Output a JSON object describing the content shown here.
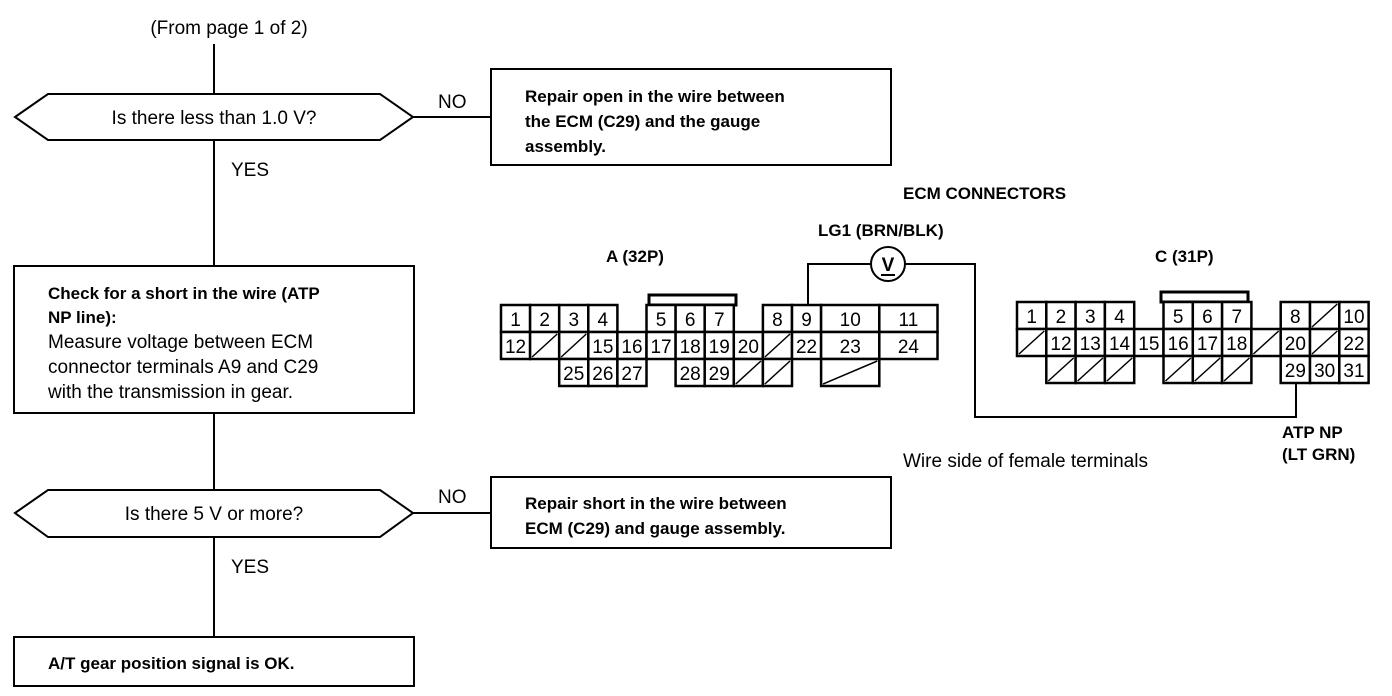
{
  "flowchart": {
    "from_label": "(From page 1 of 2)",
    "decision1": {
      "text": "Is there less than 1.0 V?",
      "yes": "YES",
      "no": "NO"
    },
    "action_no1": {
      "lines": [
        "Repair open in the wire between",
        "the ECM (C29) and the gauge",
        "assembly."
      ]
    },
    "step_check": {
      "lines": [
        "Check for a short in the wire (ATP",
        "NP line):",
        "Measure voltage between ECM",
        "connector terminals A9 and C29",
        "with the transmission in gear."
      ]
    },
    "decision2": {
      "text": "Is there 5 V or more?",
      "yes": "YES",
      "no": "NO"
    },
    "action_no2": {
      "lines": [
        "Repair short in the wire between",
        "ECM (C29) and gauge assembly."
      ]
    },
    "result": {
      "text": "A/T gear position signal is OK."
    }
  },
  "connectors": {
    "title": "ECM CONNECTORS",
    "meter_symbol": "V",
    "lg1_label": "LG1 (BRN/BLK)",
    "atp_label": [
      "ATP NP",
      "(LT GRN)"
    ],
    "footnote": "Wire side of female terminals",
    "a": {
      "label": "A (32P)",
      "cells": [
        {
          "r": 0,
          "c": 0,
          "t": "1"
        },
        {
          "r": 0,
          "c": 1,
          "t": "2"
        },
        {
          "r": 0,
          "c": 2,
          "t": "3"
        },
        {
          "r": 0,
          "c": 3,
          "t": "4"
        },
        {
          "r": 0,
          "c": 5,
          "t": "5"
        },
        {
          "r": 0,
          "c": 6,
          "t": "6"
        },
        {
          "r": 0,
          "c": 7,
          "t": "7"
        },
        {
          "r": 0,
          "c": 9,
          "t": "8"
        },
        {
          "r": 0,
          "c": 10,
          "t": "9"
        },
        {
          "r": 0,
          "c": 11,
          "w": 2,
          "t": "10"
        },
        {
          "r": 0,
          "c": 13,
          "w": 2,
          "t": "11"
        },
        {
          "r": 1,
          "c": 0,
          "t": "12"
        },
        {
          "r": 1,
          "c": 1,
          "t": "/"
        },
        {
          "r": 1,
          "c": 2,
          "t": "/"
        },
        {
          "r": 1,
          "c": 3,
          "t": "15"
        },
        {
          "r": 1,
          "c": 4,
          "t": "16"
        },
        {
          "r": 1,
          "c": 5,
          "t": "17"
        },
        {
          "r": 1,
          "c": 6,
          "t": "18"
        },
        {
          "r": 1,
          "c": 7,
          "t": "19"
        },
        {
          "r": 1,
          "c": 8,
          "t": "20"
        },
        {
          "r": 1,
          "c": 9,
          "t": "/"
        },
        {
          "r": 1,
          "c": 10,
          "t": "22"
        },
        {
          "r": 1,
          "c": 11,
          "w": 2,
          "t": "23"
        },
        {
          "r": 1,
          "c": 13,
          "w": 2,
          "t": "24"
        },
        {
          "r": 2,
          "c": 2,
          "t": "25"
        },
        {
          "r": 2,
          "c": 3,
          "t": "26"
        },
        {
          "r": 2,
          "c": 4,
          "t": "27"
        },
        {
          "r": 2,
          "c": 6,
          "t": "28"
        },
        {
          "r": 2,
          "c": 7,
          "t": "29"
        },
        {
          "r": 2,
          "c": 8,
          "t": "/"
        },
        {
          "r": 2,
          "c": 9,
          "t": "/"
        },
        {
          "r": 2,
          "c": 11,
          "w": 2,
          "t": "/"
        }
      ]
    },
    "c": {
      "label": "C (31P)",
      "cells": [
        {
          "r": 0,
          "c": 0,
          "t": "1"
        },
        {
          "r": 0,
          "c": 1,
          "t": "2"
        },
        {
          "r": 0,
          "c": 2,
          "t": "3"
        },
        {
          "r": 0,
          "c": 3,
          "t": "4"
        },
        {
          "r": 0,
          "c": 5,
          "t": "5"
        },
        {
          "r": 0,
          "c": 6,
          "t": "6"
        },
        {
          "r": 0,
          "c": 7,
          "t": "7"
        },
        {
          "r": 0,
          "c": 9,
          "t": "8"
        },
        {
          "r": 0,
          "c": 10,
          "t": "/"
        },
        {
          "r": 0,
          "c": 11,
          "t": "10"
        },
        {
          "r": 1,
          "c": 0,
          "t": "/"
        },
        {
          "r": 1,
          "c": 1,
          "t": "12"
        },
        {
          "r": 1,
          "c": 2,
          "t": "13"
        },
        {
          "r": 1,
          "c": 3,
          "t": "14"
        },
        {
          "r": 1,
          "c": 4,
          "t": "15"
        },
        {
          "r": 1,
          "c": 5,
          "t": "16"
        },
        {
          "r": 1,
          "c": 6,
          "t": "17"
        },
        {
          "r": 1,
          "c": 7,
          "t": "18"
        },
        {
          "r": 1,
          "c": 8,
          "t": "/"
        },
        {
          "r": 1,
          "c": 9,
          "t": "20"
        },
        {
          "r": 1,
          "c": 10,
          "t": "/"
        },
        {
          "r": 1,
          "c": 11,
          "t": "22"
        },
        {
          "r": 2,
          "c": 1,
          "t": "/"
        },
        {
          "r": 2,
          "c": 2,
          "t": "/"
        },
        {
          "r": 2,
          "c": 3,
          "t": "/"
        },
        {
          "r": 2,
          "c": 5,
          "t": "/"
        },
        {
          "r": 2,
          "c": 6,
          "t": "/"
        },
        {
          "r": 2,
          "c": 7,
          "t": "/"
        },
        {
          "r": 2,
          "c": 9,
          "t": "29"
        },
        {
          "r": 2,
          "c": 10,
          "t": "30"
        },
        {
          "r": 2,
          "c": 11,
          "t": "31"
        }
      ]
    }
  }
}
